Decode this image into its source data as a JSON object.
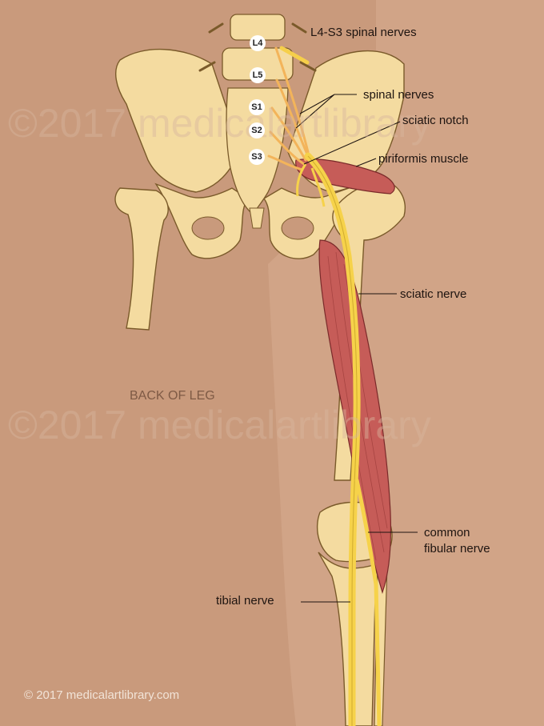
{
  "vertebrae": [
    "L4",
    "L5",
    "S1",
    "S2",
    "S3"
  ],
  "labels": {
    "l4_s3": "L4-S3 spinal nerves",
    "spinal_nerves": "spinal nerves",
    "sciatic_notch": "sciatic notch",
    "piriformis": "piriformis muscle",
    "sciatic_nerve": "sciatic nerve",
    "common_fibular_line1": "common",
    "common_fibular_line2": "fibular nerve",
    "tibial_nerve": "tibial nerve",
    "back_of_leg": "BACK OF LEG"
  },
  "watermark": "©2017 medicalartlibrary",
  "copyright": "© 2017 medicalartlibrary.com",
  "colors": {
    "background": "#c99a7c",
    "bone": "#f4dba0",
    "muscle": "#c65c58",
    "nerve": "#f6d24a"
  }
}
